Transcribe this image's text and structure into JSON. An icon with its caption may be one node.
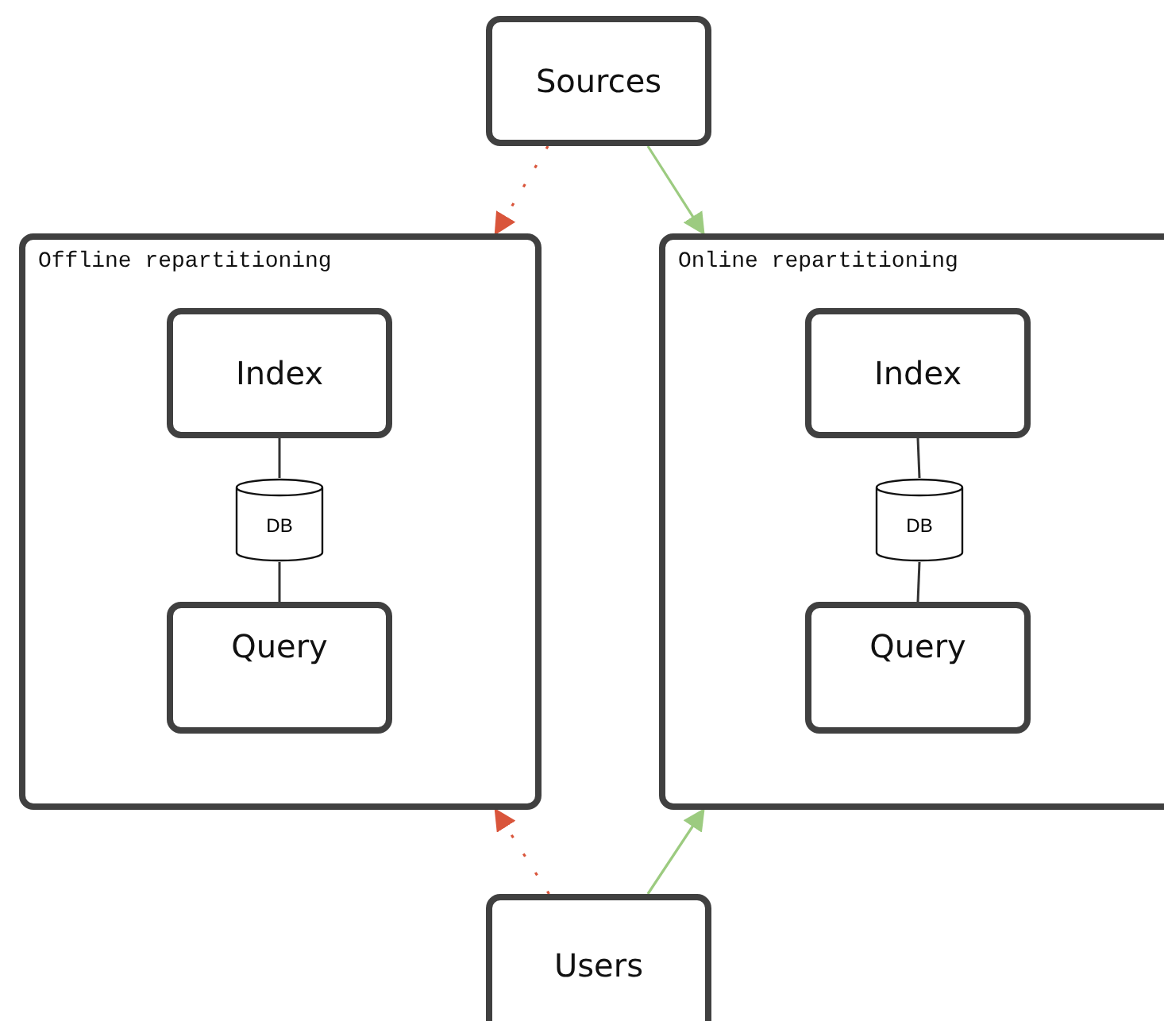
{
  "diagram": {
    "nodes": [
      {
        "text": [
          "Sources"
        ]
      },
      {
        "text": [
          "Offline repartitioning"
        ]
      },
      {
        "text": [
          "Index"
        ],
        "in": 1
      },
      {
        "text": [
          "DB"
        ],
        "in": 1
      },
      {
        "text": [
          "Query"
        ],
        "in": 1
      },
      {
        "text": [
          "Online repartitioning"
        ]
      },
      {
        "text": [
          "Index"
        ],
        "in": 5
      },
      {
        "text": [
          "DB"
        ],
        "in": 5
      },
      {
        "text": [
          "Query"
        ],
        "in": 5
      },
      {
        "text": [
          "Users"
        ]
      }
    ],
    "edges": [
      {
        "from": 0,
        "to": 1,
        "arrow": "to",
        "style": "dashed",
        "color": "#d9553b"
      },
      {
        "from": 0,
        "to": 5,
        "arrow": "to",
        "color": "#9ccb80"
      },
      {
        "from": 9,
        "to": 1,
        "arrow": "to",
        "style": "dashed",
        "color": "#d9553b"
      },
      {
        "from": 9,
        "to": 5,
        "arrow": "to",
        "color": "#9ccb80"
      },
      {
        "from": 2,
        "to": 3,
        "arrow": "none"
      },
      {
        "from": 3,
        "to": 4,
        "arrow": "none"
      },
      {
        "from": 6,
        "to": 7,
        "arrow": "none"
      },
      {
        "from": 7,
        "to": 8,
        "arrow": "none"
      }
    ]
  }
}
